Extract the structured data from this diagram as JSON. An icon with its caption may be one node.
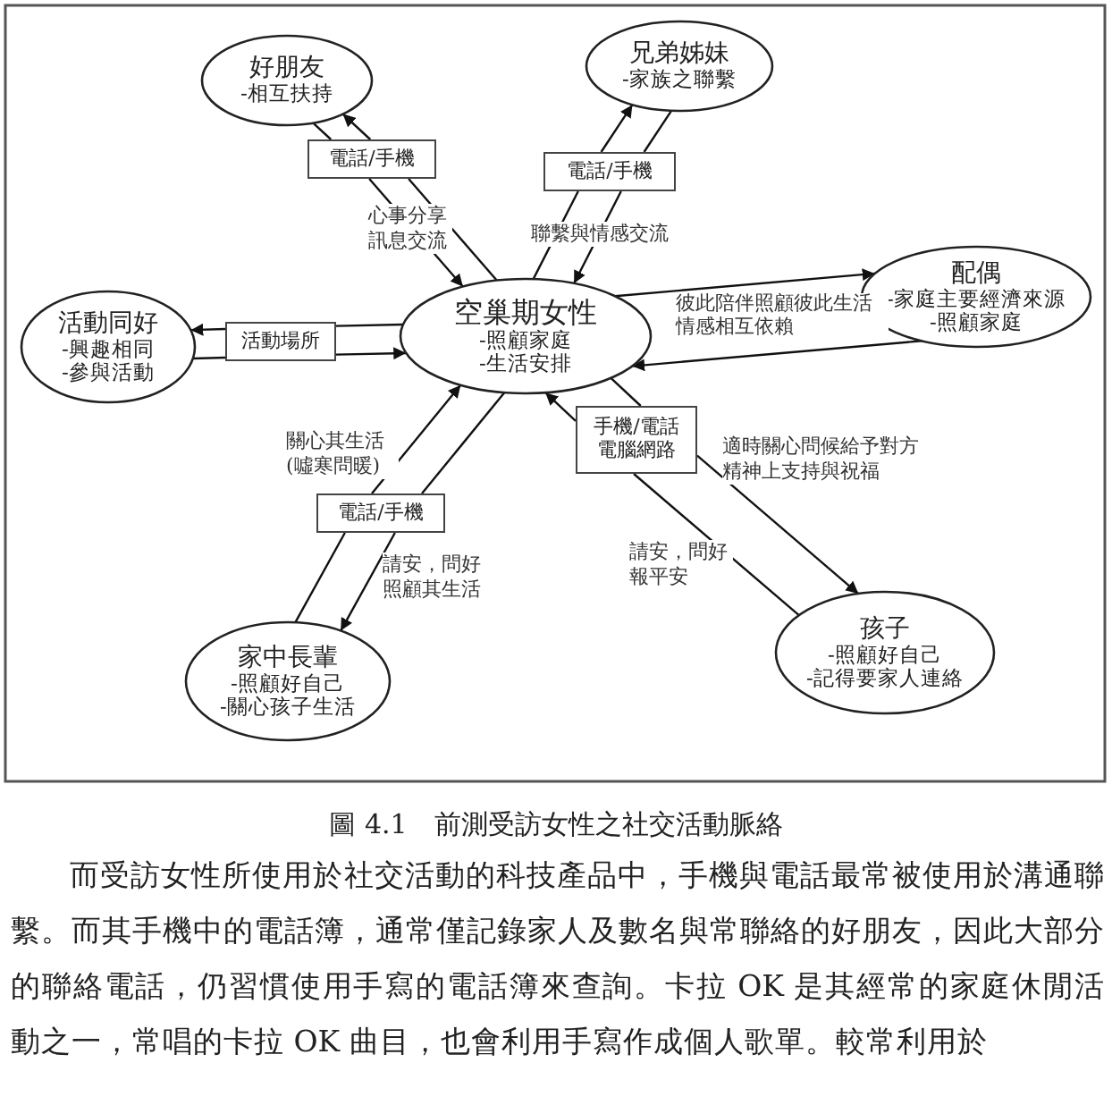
{
  "diagram": {
    "caption": "圖 4.1　前測受訪女性之社交活動脈絡",
    "nodes": [
      {
        "text": [
          "好朋友",
          "-相互扶持"
        ]
      },
      {
        "text": [
          "兄弟姊妹",
          "-家族之聯繫"
        ]
      },
      {
        "text": [
          "電話/手機"
        ]
      },
      {
        "text": [
          "電話/手機"
        ]
      },
      {
        "text": [
          "活動同好",
          "-興趣相同",
          "-參與活動"
        ]
      },
      {
        "text": [
          "活動場所"
        ]
      },
      {
        "text": [
          "空巢期女性",
          "-照顧家庭",
          "-生活安排"
        ]
      },
      {
        "text": [
          "配偶",
          "-家庭主要經濟來源",
          "-照顧家庭"
        ]
      },
      {
        "text": [
          "手機/電話電腦網路"
        ]
      },
      {
        "text": [
          "電話/手機"
        ]
      },
      {
        "text": [
          "家中長輩",
          "-照顧好自己",
          "-關心孩子生活"
        ]
      },
      {
        "text": [
          "孩子",
          "-照顧好自己",
          "-記得要家人連絡"
        ]
      }
    ],
    "edges": [
      {
        "from": 6,
        "to": 2,
        "arrow": "none"
      },
      {
        "from": 2,
        "to": 0,
        "arrow": "to"
      },
      {
        "from": 0,
        "to": 2,
        "arrow": "none"
      },
      {
        "from": 2,
        "to": 6,
        "arrow": "to",
        "label": "心事分享訊息交流"
      },
      {
        "from": 6,
        "to": 3,
        "arrow": "none"
      },
      {
        "from": 3,
        "to": 1,
        "arrow": "to"
      },
      {
        "from": 1,
        "to": 3,
        "arrow": "none"
      },
      {
        "from": 3,
        "to": 6,
        "arrow": "to",
        "label": "聯繫與情感交流"
      },
      {
        "from": 6,
        "to": 5,
        "arrow": "none"
      },
      {
        "from": 5,
        "to": 4,
        "arrow": "to"
      },
      {
        "from": 4,
        "to": 5,
        "arrow": "none"
      },
      {
        "from": 5,
        "to": 6,
        "arrow": "to"
      },
      {
        "from": 6,
        "to": 7,
        "arrow": "to",
        "label": "彼此陪伴照顧彼此生活情感相互依賴"
      },
      {
        "from": 7,
        "to": 6,
        "arrow": "to"
      },
      {
        "from": 10,
        "to": 9,
        "arrow": "none"
      },
      {
        "from": 9,
        "to": 6,
        "arrow": "to",
        "label": "關心其生活(噓寒問暖)"
      },
      {
        "from": 6,
        "to": 9,
        "arrow": "none"
      },
      {
        "from": 9,
        "to": 10,
        "arrow": "to",
        "label": "請安，問好照顧其生活"
      },
      {
        "from": 6,
        "to": 8,
        "arrow": "none"
      },
      {
        "from": 8,
        "to": 11,
        "arrow": "to",
        "label": "適時關心問候給予對方精神上支持與祝福"
      },
      {
        "from": 11,
        "to": 8,
        "arrow": "none",
        "label": "請安，問好報平安"
      },
      {
        "from": 8,
        "to": 6,
        "arrow": "to"
      }
    ],
    "labels": [
      "而受訪女性所使用於社交活動的科技產品中，手機與電話最常被使用於溝通聯繫。而其手機中的電話簿，通常僅記錄家人及數名與常聯絡的好朋友，因此大部分的聯絡電話，仍習慣使用手寫的電話簿來查詢。卡拉 OK 是其經常的家庭休閒活動之一，常唱的卡拉 OK 曲目，也會利用手寫作成個人歌單。較常利用於"
    ]
  }
}
